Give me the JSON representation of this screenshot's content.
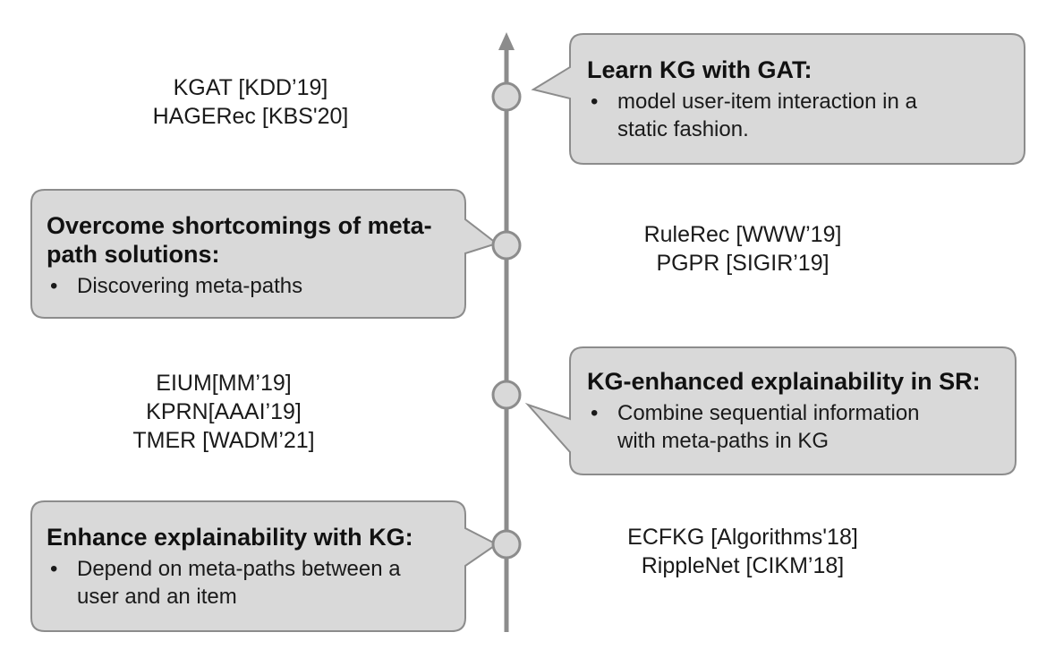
{
  "milestones": [
    {
      "refs": [
        "KGAT [KDD’19]",
        "HAGERec [KBS'20]"
      ],
      "callout": {
        "title": "Learn KG with GAT:",
        "bullet_lines": [
          "model user-item interaction in a",
          "static fashion."
        ]
      }
    },
    {
      "refs": [
        "RuleRec [WWW’19]",
        "PGPR [SIGIR’19]"
      ],
      "callout": {
        "title_lines": [
          "Overcome shortcomings of meta-",
          "path solutions:"
        ],
        "bullet_lines": [
          "Discovering meta-paths"
        ]
      }
    },
    {
      "refs": [
        "EIUM[MM’19]",
        "KPRN[AAAI’19]",
        "TMER [WADM’21]"
      ],
      "callout": {
        "title": "KG-enhanced explainability in SR:",
        "bullet_lines": [
          "Combine sequential information",
          "with meta-paths in KG"
        ]
      }
    },
    {
      "refs": [
        "ECFKG [Algorithms'18]",
        "RippleNet [CIKM’18]"
      ],
      "callout": {
        "title": "Enhance explainability with KG:",
        "bullet_lines": [
          "Depend on meta-paths between a",
          "user and an item"
        ]
      }
    }
  ],
  "bullet_symbol": "•",
  "colors": {
    "axis": "#8c8c8c",
    "node_fill": "#d9d9d9",
    "node_stroke": "#8c8c8c",
    "callout_fill": "#d9d9d9",
    "callout_stroke": "#8c8c8c"
  }
}
